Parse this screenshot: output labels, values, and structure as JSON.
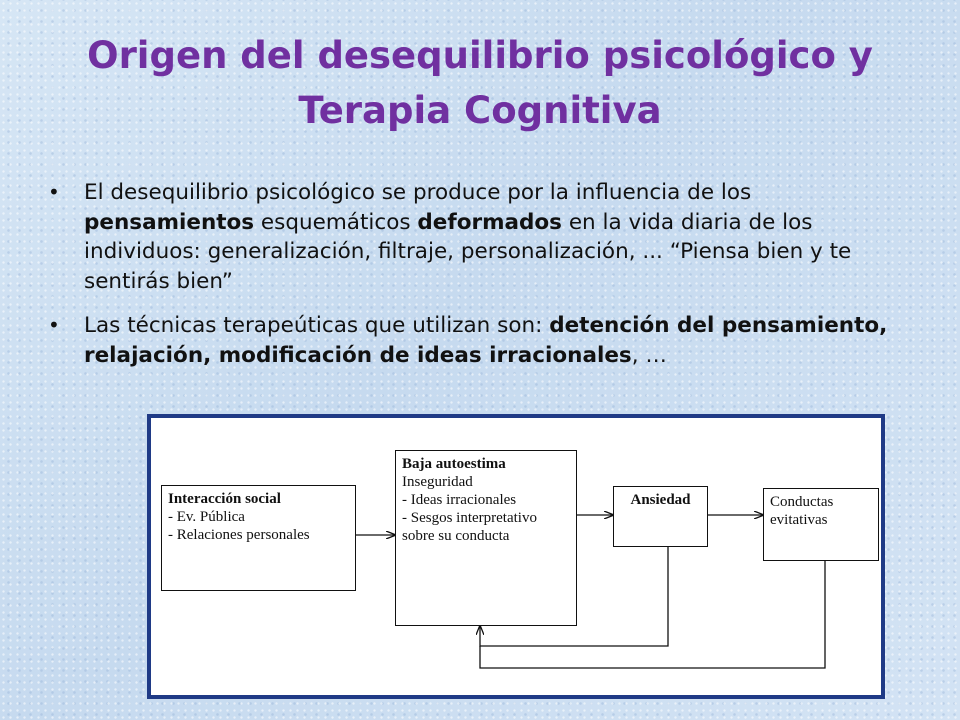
{
  "title": {
    "line1": "Origen del desequilibrio psicológico y",
    "line2": "Terapia Cognitiva"
  },
  "bullets": [
    {
      "t1": "El desequilibrio psicológico se produce por la influencia de los ",
      "b1": "pensamientos",
      "t2": " esquemáticos ",
      "b2": "deformados",
      "t3": " en la vida diaria de los individuos: generalización, filtraje, personalización, ... “Piensa bien y te sentirás bien”"
    },
    {
      "t1": "Las técnicas terapeúticas que utilizan son: ",
      "b1": "detención del pensamiento, relajación, modificación de ideas irracionales",
      "t2": ", …"
    }
  ],
  "diagram": {
    "box1": {
      "heading": "Interacción social",
      "lines": [
        "- Ev. Pública",
        "- Relaciones personales"
      ]
    },
    "box2": {
      "heading": "Baja autoestima",
      "lines": [
        "Inseguridad",
        "- Ideas irracionales",
        "- Sesgos interpretativo",
        "sobre su conducta"
      ]
    },
    "box3": {
      "heading": "Ansiedad"
    },
    "box4": {
      "lines": [
        "Conductas",
        "evitativas"
      ]
    }
  },
  "colors": {
    "title": "#7030a0",
    "frame": "#1f3a86"
  }
}
